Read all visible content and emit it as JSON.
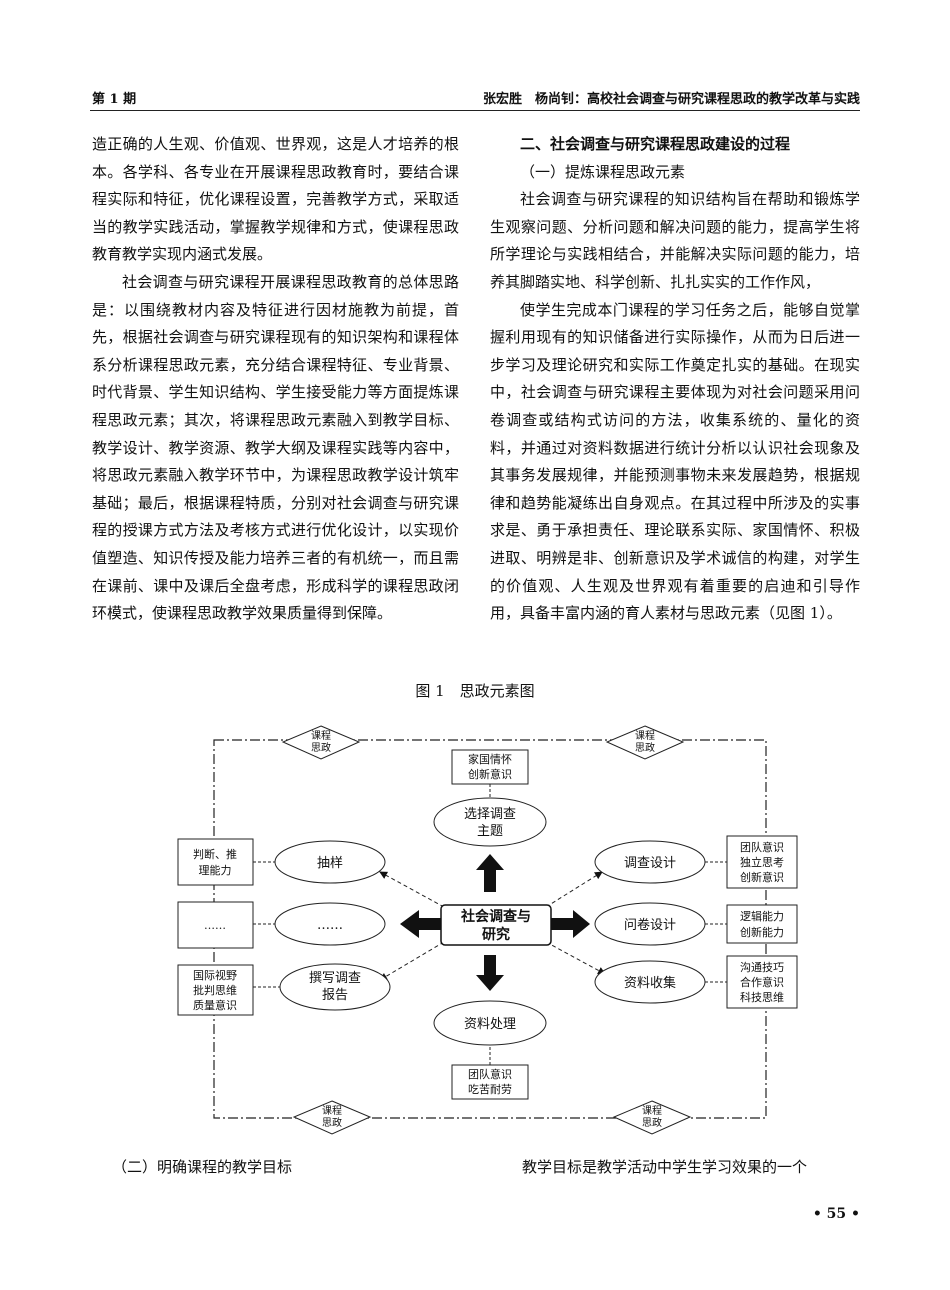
{
  "header": {
    "issue": "第 1 期",
    "authors_title": "张宏胜　杨尚钊：高校社会调查与研究课程思政的教学改革与实践"
  },
  "left_column": [
    {
      "text": "造正确的人生观、价值观、世界观，这是人才培养的根本。各学科、各专业在开展课程思政教育时，要结合课程实际和特征，优化课程设置，完善教学方式，采取适当的教学实践活动，掌握教学规律和方式，使课程思政教育教学实现内涵式发展。",
      "indent": false
    },
    {
      "text": "社会调查与研究课程开展课程思政教育的总体思路是：以围绕教材内容及特征进行因材施教为前提，首先，根据社会调查与研究课程现有的知识架构和课程体系分析课程思政元素，充分结合课程特征、专业背景、时代背景、学生知识结构、学生接受能力等方面提炼课程思政元素；其次，将课程思政元素融入到教学目标、教学设计、教学资源、教学大纲及课程实践等内容中，将思政元素融入教学环节中，为课程思政教学设计筑牢基础；最后，根据课程特质，分别对社会调查与研究课程的授课方式方法及考核方式进行优化设计，以实现价值塑造、知识传授及能力培养三者的有机统一，而且需在课前、课中及课后全盘考虑，形成科学的课程思政闭环模式，使课程思政教学效果质量得到保障。",
      "indent": true
    }
  ],
  "right_column": {
    "section_title": "二、社会调查与研究课程思政建设的过程",
    "subsection_title": "（一）提炼课程思政元素",
    "paragraphs": [
      "社会调查与研究课程的知识结构旨在帮助和锻炼学生观察问题、分析问题和解决问题的能力，提高学生将所学理论与实践相结合，并能解决实际问题的能力，培养其脚踏实地、科学创新、扎扎实实的工作作风，",
      "使学生完成本门课程的学习任务之后，能够自觉掌握利用现有的知识储备进行实际操作，从而为日后进一步学习及理论研究和实际工作奠定扎实的基础。在现实中，社会调查与研究课程主要体现为对社会问题采用问卷调查或结构式访问的方法，收集系统的、量化的资料，并通过对资料数据进行统计分析以认识社会现象及其事务发展规律，并能预测事物未来发展趋势，根据规律和趋势能凝练出自身观点。在其过程中所涉及的实事求是、勇于承担责任、理论联系实际、家国情怀、积极进取、明辨是非、创新意识及学术诚信的构建，对学生的价值观、人生观及世界观有着重要的启迪和引导作用，具备丰富内涵的育人素材与思政元素（见图 1）。"
    ]
  },
  "figure": {
    "caption": "图 1　思政元素图",
    "center": [
      "社会调查与",
      "研究"
    ],
    "corners": [
      "课程",
      "思政"
    ],
    "nodes": {
      "top": [
        "选择调查",
        "主题"
      ],
      "bottom": [
        "资料处理"
      ],
      "right_top": [
        "调查设计"
      ],
      "right_mid": [
        "问卷设计"
      ],
      "right_bot": [
        "资料收集"
      ],
      "left_top": [
        "抽样"
      ],
      "left_mid": [
        "……"
      ],
      "left_bot": [
        "撰写调查",
        "报告"
      ]
    },
    "boxes": {
      "top": [
        "家国情怀",
        "创新意识"
      ],
      "bottom": [
        "团队意识",
        "吃苦耐劳"
      ],
      "right_top": [
        "团队意识",
        "独立思考",
        "创新意识"
      ],
      "right_mid": [
        "逻辑能力",
        "创新能力"
      ],
      "right_bot": [
        "沟通技巧",
        "合作意识",
        "科技思维"
      ],
      "left_top": [
        "判断、推",
        "理能力"
      ],
      "left_mid": [
        "……"
      ],
      "left_bot": [
        "国际视野",
        "批判思维",
        "质量意识"
      ]
    }
  },
  "bottom": {
    "left": "（二）明确课程的教学目标",
    "right": "教学目标是教学活动中学生学习效果的一个"
  },
  "page_number": "• 55 •"
}
